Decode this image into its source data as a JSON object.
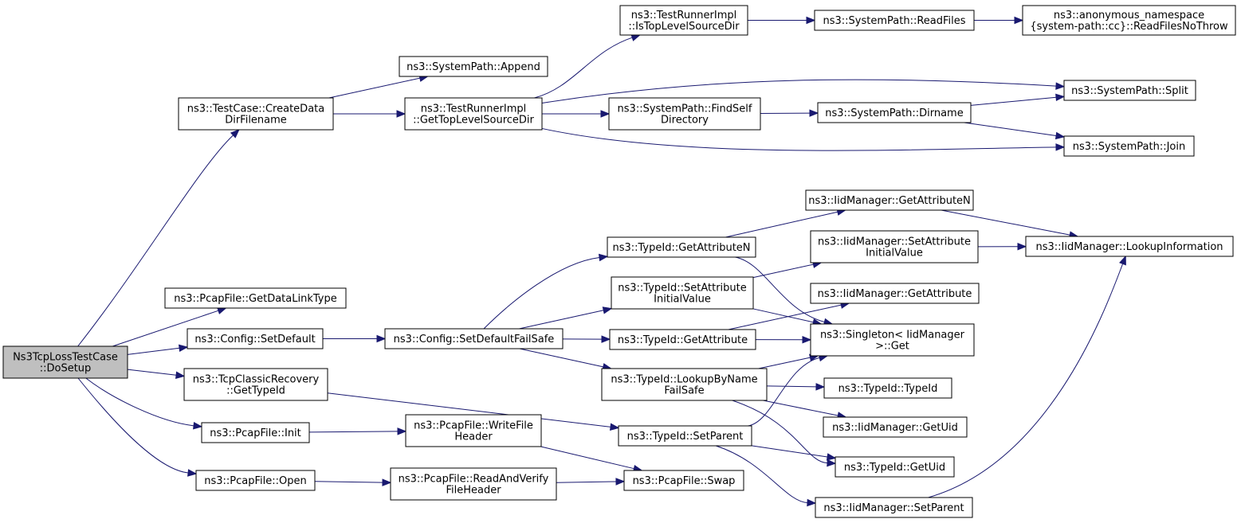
{
  "graph": {
    "colors": {
      "edge": "#191970",
      "root_fill": "#bfbfbf",
      "node_fill": "#ffffff",
      "border": "#000000"
    },
    "nodes": [
      {
        "id": "dosetup",
        "lines": [
          "Ns3TcpLossTestCase",
          "::DoSetup"
        ],
        "root": true
      },
      {
        "id": "createdata",
        "lines": [
          "ns3::TestCase::CreateData",
          "DirFilename"
        ]
      },
      {
        "id": "append",
        "lines": [
          "ns3::SystemPath::Append"
        ]
      },
      {
        "id": "gettoplevel",
        "lines": [
          "ns3::TestRunnerImpl",
          "::GetTopLevelSourceDir"
        ]
      },
      {
        "id": "istoplevel",
        "lines": [
          "ns3::TestRunnerImpl",
          "::IsTopLevelSourceDir"
        ]
      },
      {
        "id": "readfiles",
        "lines": [
          "ns3::SystemPath::ReadFiles"
        ]
      },
      {
        "id": "readfilesnothrow",
        "lines": [
          "ns3::anonymous_namespace",
          "{system-path::cc}::ReadFilesNoThrow"
        ]
      },
      {
        "id": "split",
        "lines": [
          "ns3::SystemPath::Split"
        ]
      },
      {
        "id": "findself",
        "lines": [
          "ns3::SystemPath::FindSelf",
          "Directory"
        ]
      },
      {
        "id": "dirname",
        "lines": [
          "ns3::SystemPath::Dirname"
        ]
      },
      {
        "id": "join",
        "lines": [
          "ns3::SystemPath::Join"
        ]
      },
      {
        "id": "getdatalink",
        "lines": [
          "ns3::PcapFile::GetDataLinkType"
        ]
      },
      {
        "id": "setdefault",
        "lines": [
          "ns3::Config::SetDefault"
        ]
      },
      {
        "id": "setdefaultfs",
        "lines": [
          "ns3::Config::SetDefaultFailSafe"
        ]
      },
      {
        "id": "tid_getattrn",
        "lines": [
          "ns3::TypeId::GetAttributeN"
        ]
      },
      {
        "id": "tid_setattrinit",
        "lines": [
          "ns3::TypeId::SetAttribute",
          "InitialValue"
        ]
      },
      {
        "id": "tid_getattr",
        "lines": [
          "ns3::TypeId::GetAttribute"
        ]
      },
      {
        "id": "tid_lookup",
        "lines": [
          "ns3::TypeId::LookupByName",
          "FailSafe"
        ]
      },
      {
        "id": "iid_getattrn",
        "lines": [
          "ns3::IidManager::GetAttributeN"
        ]
      },
      {
        "id": "iid_setattrinit",
        "lines": [
          "ns3::IidManager::SetAttribute",
          "InitialValue"
        ]
      },
      {
        "id": "iid_getattr",
        "lines": [
          "ns3::IidManager::GetAttribute"
        ]
      },
      {
        "id": "iid_lookupinfo",
        "lines": [
          "ns3::IidManager::LookupInformation"
        ]
      },
      {
        "id": "singleton",
        "lines": [
          "ns3::Singleton< IidManager",
          ">::Get"
        ]
      },
      {
        "id": "tcpclassic",
        "lines": [
          "ns3::TcpClassicRecovery",
          "::GetTypeId"
        ]
      },
      {
        "id": "tid_setparent",
        "lines": [
          "ns3::TypeId::SetParent"
        ]
      },
      {
        "id": "tid_typeid",
        "lines": [
          "ns3::TypeId::TypeId"
        ]
      },
      {
        "id": "iid_getuid",
        "lines": [
          "ns3::IidManager::GetUid"
        ]
      },
      {
        "id": "tid_getuid",
        "lines": [
          "ns3::TypeId::GetUid"
        ]
      },
      {
        "id": "iid_setparent",
        "lines": [
          "ns3::IidManager::SetParent"
        ]
      },
      {
        "id": "pcap_init",
        "lines": [
          "ns3::PcapFile::Init"
        ]
      },
      {
        "id": "pcap_writehdr",
        "lines": [
          "ns3::PcapFile::WriteFile",
          "Header"
        ]
      },
      {
        "id": "pcap_open",
        "lines": [
          "ns3::PcapFile::Open"
        ]
      },
      {
        "id": "pcap_readverify",
        "lines": [
          "ns3::PcapFile::ReadAndVerify",
          "FileHeader"
        ]
      },
      {
        "id": "pcap_swap",
        "lines": [
          "ns3::PcapFile::Swap"
        ]
      }
    ],
    "edges": [
      {
        "from": "dosetup",
        "to": "createdata"
      },
      {
        "from": "dosetup",
        "to": "getdatalink"
      },
      {
        "from": "dosetup",
        "to": "setdefault"
      },
      {
        "from": "dosetup",
        "to": "tcpclassic"
      },
      {
        "from": "dosetup",
        "to": "pcap_init"
      },
      {
        "from": "dosetup",
        "to": "pcap_open"
      },
      {
        "from": "createdata",
        "to": "append"
      },
      {
        "from": "createdata",
        "to": "gettoplevel"
      },
      {
        "from": "gettoplevel",
        "to": "istoplevel"
      },
      {
        "from": "gettoplevel",
        "to": "split"
      },
      {
        "from": "gettoplevel",
        "to": "findself"
      },
      {
        "from": "gettoplevel",
        "to": "join"
      },
      {
        "from": "istoplevel",
        "to": "readfiles"
      },
      {
        "from": "readfiles",
        "to": "readfilesnothrow"
      },
      {
        "from": "findself",
        "to": "dirname"
      },
      {
        "from": "dirname",
        "to": "split"
      },
      {
        "from": "dirname",
        "to": "join"
      },
      {
        "from": "setdefault",
        "to": "setdefaultfs"
      },
      {
        "from": "setdefaultfs",
        "to": "tid_getattrn"
      },
      {
        "from": "setdefaultfs",
        "to": "tid_setattrinit"
      },
      {
        "from": "setdefaultfs",
        "to": "tid_getattr"
      },
      {
        "from": "setdefaultfs",
        "to": "tid_lookup"
      },
      {
        "from": "tid_getattrn",
        "to": "iid_getattrn"
      },
      {
        "from": "tid_getattrn",
        "to": "singleton"
      },
      {
        "from": "tid_setattrinit",
        "to": "iid_setattrinit"
      },
      {
        "from": "tid_setattrinit",
        "to": "singleton"
      },
      {
        "from": "tid_getattr",
        "to": "iid_getattr"
      },
      {
        "from": "tid_getattr",
        "to": "singleton"
      },
      {
        "from": "tid_lookup",
        "to": "singleton"
      },
      {
        "from": "tid_lookup",
        "to": "tid_typeid"
      },
      {
        "from": "tid_lookup",
        "to": "iid_getuid"
      },
      {
        "from": "tid_lookup",
        "to": "tid_getuid"
      },
      {
        "from": "iid_getattrn",
        "to": "iid_lookupinfo"
      },
      {
        "from": "iid_setattrinit",
        "to": "iid_lookupinfo"
      },
      {
        "from": "tcpclassic",
        "to": "tid_setparent"
      },
      {
        "from": "tid_setparent",
        "to": "singleton"
      },
      {
        "from": "tid_setparent",
        "to": "tid_getuid"
      },
      {
        "from": "tid_setparent",
        "to": "iid_setparent"
      },
      {
        "from": "iid_setparent",
        "to": "iid_lookupinfo"
      },
      {
        "from": "pcap_init",
        "to": "pcap_writehdr"
      },
      {
        "from": "pcap_writehdr",
        "to": "pcap_swap"
      },
      {
        "from": "pcap_open",
        "to": "pcap_readverify"
      },
      {
        "from": "pcap_readverify",
        "to": "pcap_swap"
      }
    ]
  }
}
